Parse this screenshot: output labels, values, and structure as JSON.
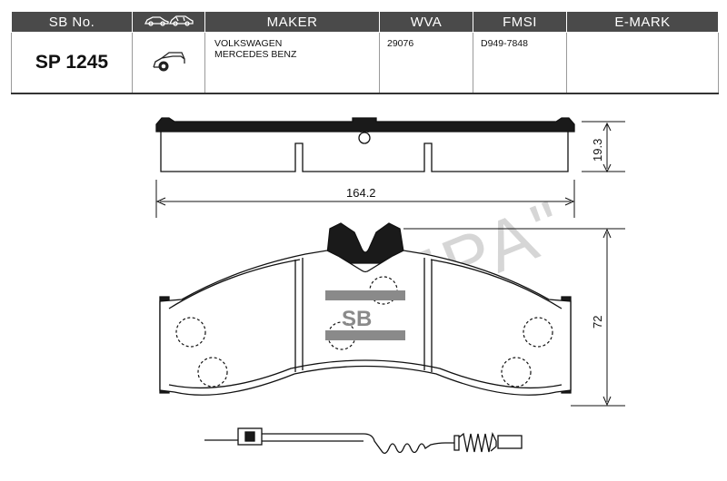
{
  "table": {
    "headers": {
      "sb_no": "SB No.",
      "maker": "MAKER",
      "wva": "WVA",
      "fmsi": "FMSI",
      "emark": "E-MARK"
    },
    "row": {
      "sb_no": "SP 1245",
      "makers": [
        "VOLKSWAGEN",
        "MERCEDES BENZ"
      ],
      "wva": "29076",
      "fmsi": "D949-7848",
      "emark": ""
    }
  },
  "drawing": {
    "thickness": "19.3",
    "width": "164.2",
    "height": "72",
    "logo": "SB",
    "watermark": "ТД \"МЕРА\""
  },
  "colors": {
    "header_bg": "#4a4a4a",
    "header_text": "#ffffff",
    "watermark": "#d6d6d6",
    "logo": "#8a8a8a"
  },
  "icons": {
    "header_car": "car-pair-icon",
    "row_car": "car-wheel-icon"
  }
}
